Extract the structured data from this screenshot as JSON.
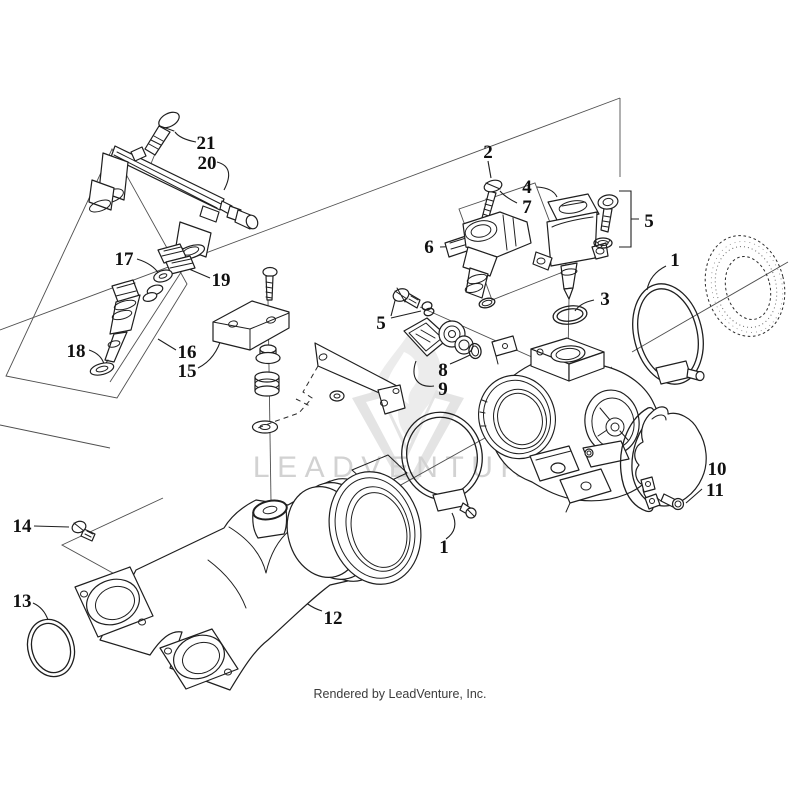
{
  "diagram": {
    "type": "exploded-parts-diagram",
    "subject": "throttle body / intake assembly line drawing",
    "ink_color": "#1f1f1f",
    "background": "#ffffff"
  },
  "watermark": {
    "text": "LEADVENTURE",
    "logo": "flame-and-v-watermark",
    "color": "#d2d2d2"
  },
  "footer": {
    "text": "Rendered by LeadVenture, Inc."
  },
  "callouts": [
    {
      "label": "21"
    },
    {
      "label": "20"
    },
    {
      "label": "17"
    },
    {
      "label": "19"
    },
    {
      "label": "18"
    },
    {
      "label": "16"
    },
    {
      "label": "15"
    },
    {
      "label": "2"
    },
    {
      "label": "4"
    },
    {
      "label": "7"
    },
    {
      "label": "5"
    },
    {
      "label": "5"
    },
    {
      "label": "6"
    },
    {
      "label": "3"
    },
    {
      "label": "1"
    },
    {
      "label": "8"
    },
    {
      "label": "9"
    },
    {
      "label": "10"
    },
    {
      "label": "11"
    },
    {
      "label": "1"
    },
    {
      "label": "12"
    },
    {
      "label": "13"
    },
    {
      "label": "14"
    }
  ]
}
